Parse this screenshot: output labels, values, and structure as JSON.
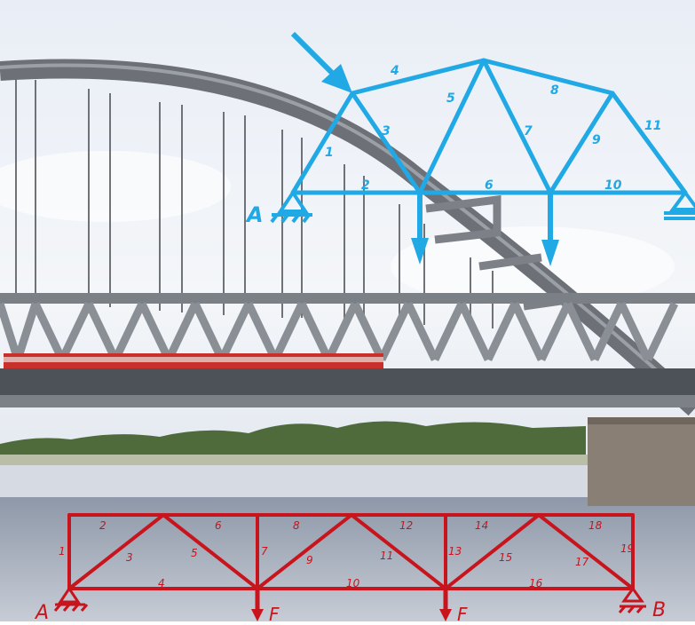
{
  "image": {
    "description": "Photo of a steel arch truss railway bridge over a river with a red train; truss diagrams drawn over it"
  },
  "upper_diagram": {
    "color": "#21a9e6",
    "support_left": "A",
    "member_numbers": [
      "1",
      "2",
      "3",
      "4",
      "5",
      "6",
      "7",
      "8",
      "9",
      "10",
      "11"
    ]
  },
  "lower_diagram": {
    "color": "#c8141c",
    "support_left": "A",
    "support_right": "B",
    "load_labels": [
      "F",
      "F"
    ],
    "member_numbers": [
      "1",
      "2",
      "3",
      "4",
      "5",
      "6",
      "7",
      "8",
      "9",
      "10",
      "11",
      "12",
      "13",
      "14",
      "15",
      "16",
      "17",
      "18",
      "19"
    ]
  }
}
